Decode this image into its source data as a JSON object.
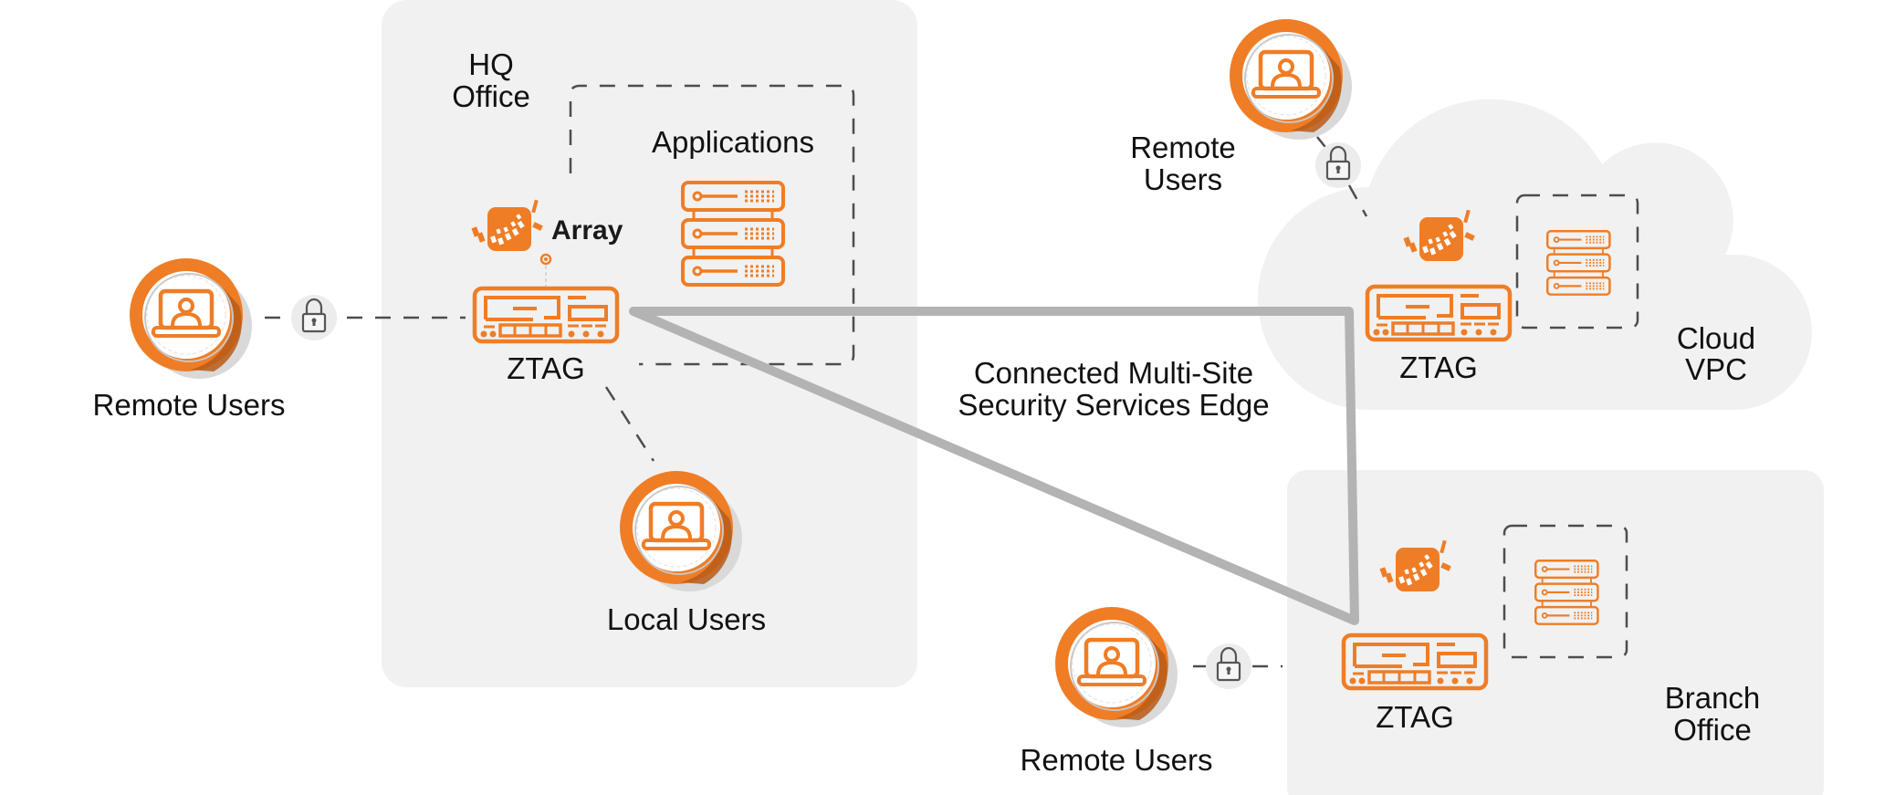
{
  "colors": {
    "accent": "#ef7d26",
    "panel": "#f1f1f1",
    "link": "#b3b3b3",
    "dash": "#4d4d4d",
    "text": "#111111"
  },
  "hq": {
    "title_line1": "HQ",
    "title_line2": "Office",
    "applications_label": "Applications",
    "brand_name": "Array",
    "ztag_label": "ZTAG",
    "local_users_label": "Local Users"
  },
  "remote_left": {
    "label": "Remote Users",
    "icon": "laptop-user-icon",
    "lock_icon": "lock-icon"
  },
  "cloud": {
    "title_line1": "Cloud",
    "title_line2": "VPC",
    "ztag_label": "ZTAG",
    "remote_label_line1": "Remote",
    "remote_label_line2": "Users"
  },
  "branch": {
    "title_line1": "Branch",
    "title_line2": "Office",
    "ztag_label": "ZTAG",
    "remote_label": "Remote Users"
  },
  "center": {
    "line1": "Connected Multi-Site",
    "line2": "Security Services Edge"
  }
}
